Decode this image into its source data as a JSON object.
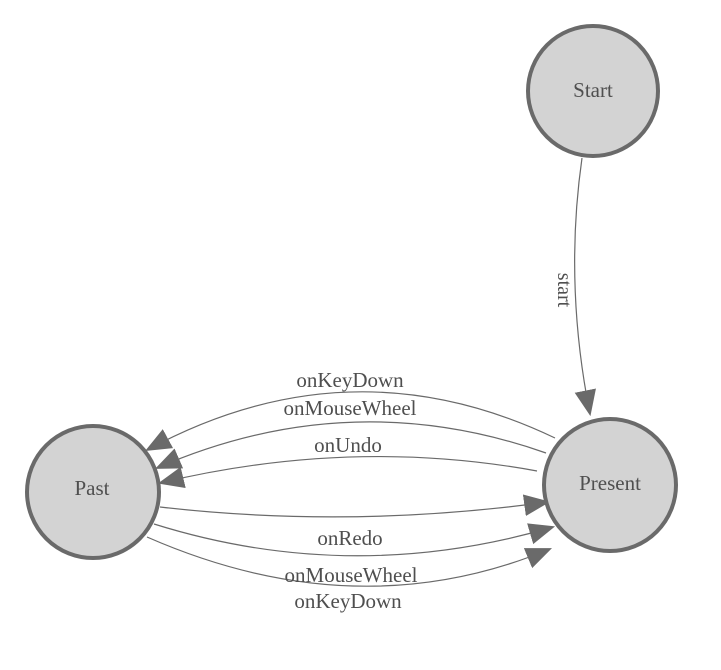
{
  "diagram": {
    "type": "state-machine",
    "colors": {
      "background": "#ffffff",
      "node_fill": "#d3d3d3",
      "node_stroke": "#6a6a6a",
      "edge_stroke": "#6a6a6a",
      "arrow_fill": "#6a6a6a",
      "label_text": "#4f4f4f"
    },
    "nodes": [
      {
        "id": "start",
        "label": "Start"
      },
      {
        "id": "past",
        "label": "Past"
      },
      {
        "id": "present",
        "label": "Present"
      }
    ],
    "edges": [
      {
        "from": "start",
        "to": "present",
        "label": "start"
      },
      {
        "from": "present",
        "to": "past",
        "label": "onKeyDown"
      },
      {
        "from": "present",
        "to": "past",
        "label": "onMouseWheel"
      },
      {
        "from": "present",
        "to": "past",
        "label": "onUndo"
      },
      {
        "from": "past",
        "to": "present",
        "label": "onRedo"
      },
      {
        "from": "past",
        "to": "present",
        "label": "onMouseWheel"
      },
      {
        "from": "past",
        "to": "present",
        "label": "onKeyDown"
      }
    ]
  }
}
